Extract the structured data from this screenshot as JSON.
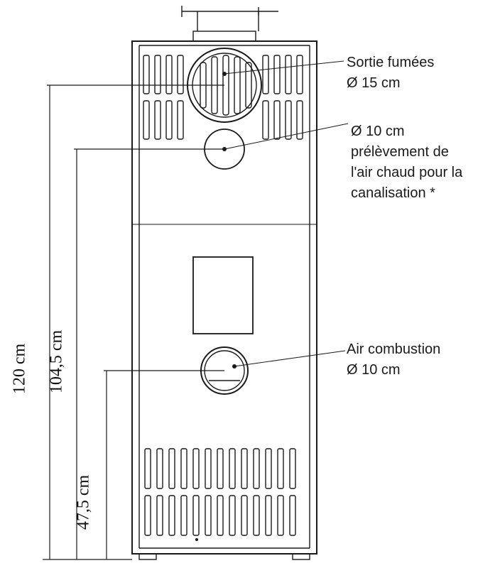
{
  "labels": {
    "flue": {
      "line1": "Sortie fumées",
      "line2": "Ø 15 cm"
    },
    "hot_air": {
      "line1": "Ø 10 cm",
      "line2": "prélèvement de",
      "line3": "l'air chaud pour la",
      "line4": "canalisation *"
    },
    "combustion": {
      "line1": "Air combustion",
      "line2": "Ø 10 cm"
    }
  },
  "dimensions": {
    "total_height": "120 cm",
    "hot_air_height": "104,5 cm",
    "combustion_height": "47,5 cm"
  },
  "colors": {
    "stroke": "#1a1a1a",
    "background": "#ffffff"
  }
}
